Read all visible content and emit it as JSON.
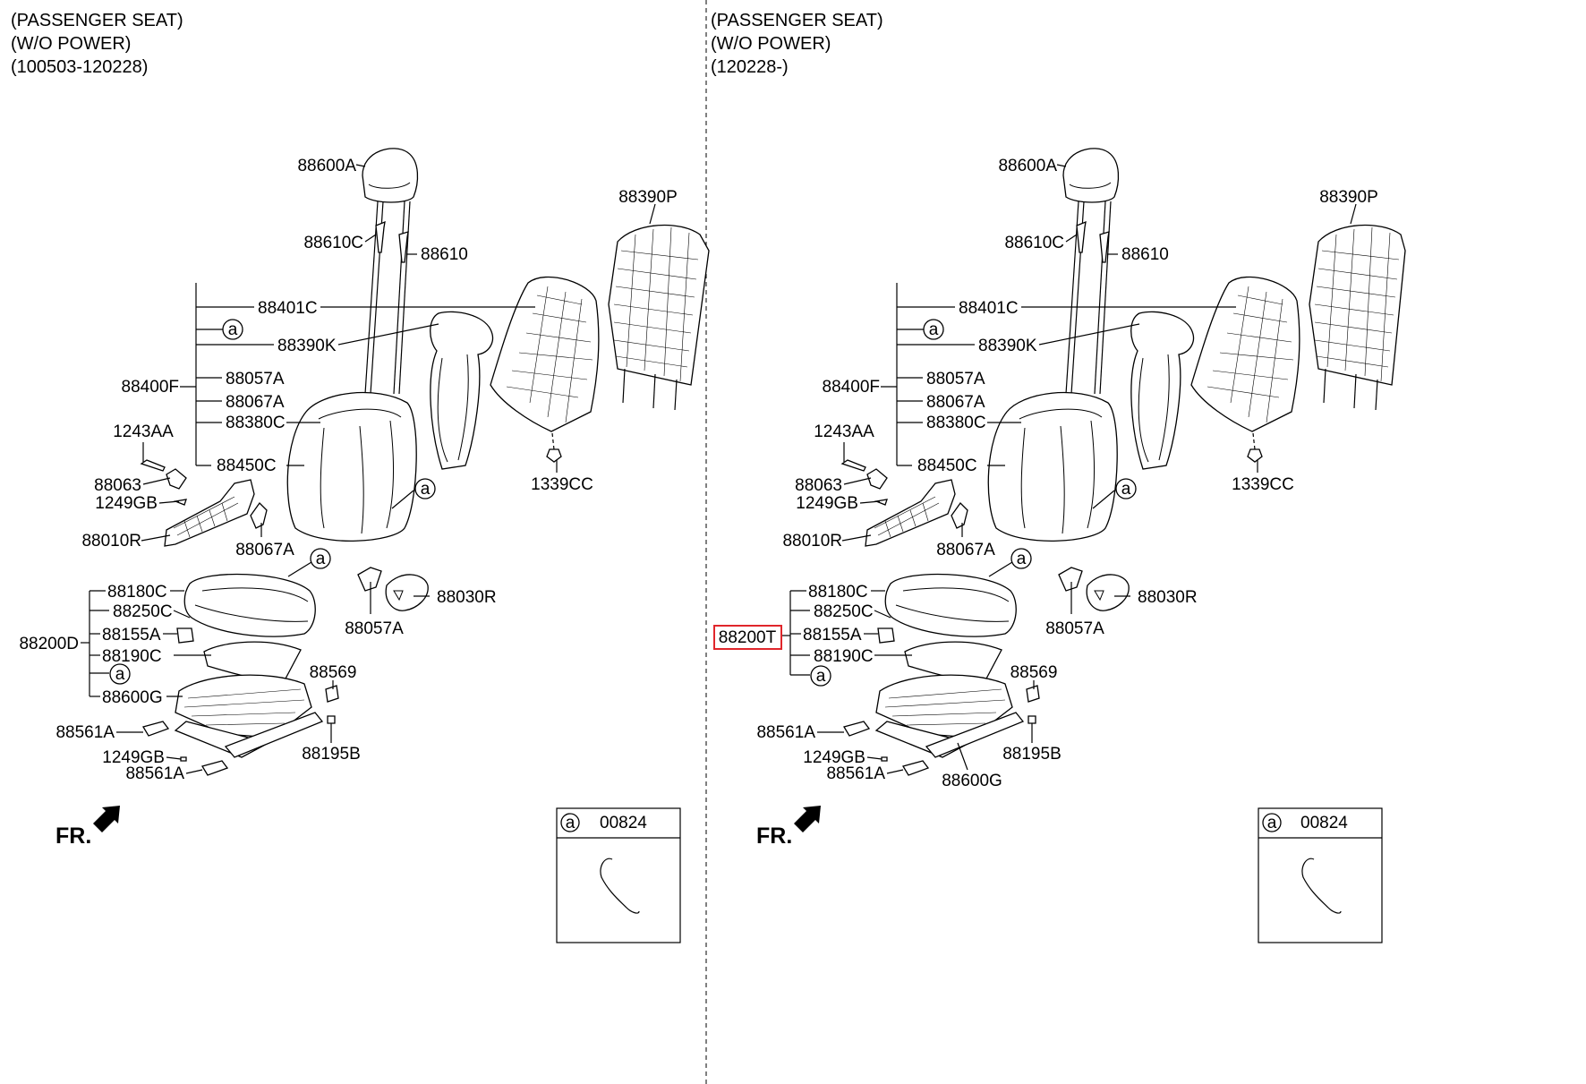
{
  "left": {
    "header": [
      "(PASSENGER SEAT)",
      "(W/O POWER)",
      "(100503-120228)"
    ],
    "labels": {
      "headrest": "88600A",
      "guide_c": "88610C",
      "guide": "88610",
      "cover_back": "88390P",
      "back_cover": "88401C",
      "circle_a_1": "a",
      "pad_side": "88390K",
      "back_assy": "88400F",
      "hinge_a_1": "88057A",
      "hinge_b_1": "88067A",
      "back_pad": "88380C",
      "screw_aa": "1243AA",
      "back_frame_c": "88450C",
      "nut": "1339CC",
      "bracket": "88063",
      "screw_gb_1": "1249GB",
      "circle_a_2": "a",
      "shield": "88010R",
      "hinge_b_2": "88067A",
      "circle_a_3": "a",
      "cushion_cover": "88180C",
      "cushion_pad": "88250C",
      "cushion_assy": "88200D",
      "module": "88155A",
      "cushion_trim": "88190C",
      "circle_a_4": "a",
      "cushion_frame": "88600G",
      "hinge_a_2": "88057A",
      "cover_r": "88030R",
      "clip": "88569",
      "rail_cover_1": "88561A",
      "bolt": "88195B",
      "screw_gb_2": "1249GB",
      "rail_cover_2": "88561A",
      "front": "FR.",
      "inset_letter": "a",
      "inset_part": "00824"
    }
  },
  "right": {
    "header": [
      "(PASSENGER SEAT)",
      "(W/O POWER)",
      "(120228-)"
    ],
    "labels": {
      "headrest": "88600A",
      "guide_c": "88610C",
      "guide": "88610",
      "cover_back": "88390P",
      "back_cover": "88401C",
      "circle_a_1": "a",
      "pad_side": "88390K",
      "back_assy": "88400F",
      "hinge_a_1": "88057A",
      "hinge_b_1": "88067A",
      "back_pad": "88380C",
      "screw_aa": "1243AA",
      "back_frame_c": "88450C",
      "nut": "1339CC",
      "bracket": "88063",
      "screw_gb_1": "1249GB",
      "circle_a_2": "a",
      "shield": "88010R",
      "hinge_b_2": "88067A",
      "circle_a_3": "a",
      "cushion_cover": "88180C",
      "cushion_pad": "88250C",
      "cushion_assy": "88200T",
      "module": "88155A",
      "cushion_trim": "88190C",
      "circle_a_4": "a",
      "cushion_frame": "88600G",
      "hinge_a_2": "88057A",
      "cover_r": "88030R",
      "clip": "88569",
      "rail_cover_1": "88561A",
      "bolt": "88195B",
      "screw_gb_2": "1249GB",
      "rail_cover_2": "88561A",
      "front": "FR.",
      "inset_letter": "a",
      "inset_part": "00824"
    }
  },
  "highlight_color": "#e0262b"
}
